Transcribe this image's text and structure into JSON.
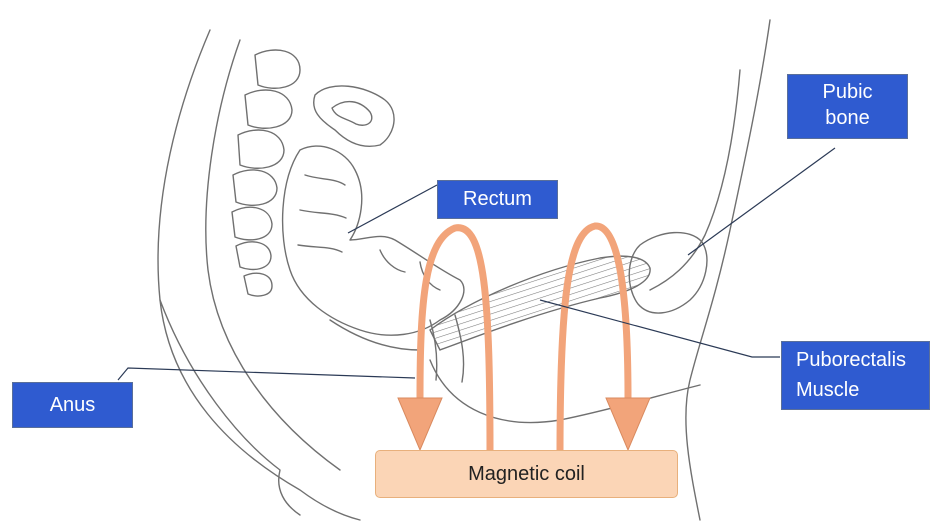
{
  "labels": {
    "pubic_bone": [
      "Pubic",
      "bone"
    ],
    "rectum": "Rectum",
    "puborectalis": [
      "Puborectalis",
      "Muscle"
    ],
    "anus": "Anus"
  },
  "coil": {
    "label": "Magnetic coil"
  },
  "colors": {
    "label_fill": "#2f5bd0",
    "label_text": "#ffffff",
    "leader_line": "#2b3a56",
    "sketch_line": "#707070",
    "field_arrow": "#f2a47a",
    "field_arrow_stroke": "#d98a5f",
    "coil_fill": "#fbd5b6"
  }
}
